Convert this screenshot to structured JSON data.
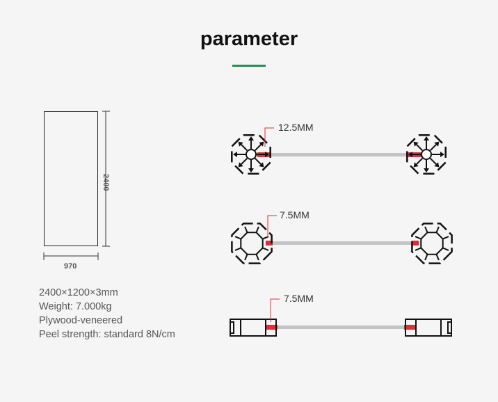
{
  "header": {
    "title": "parameter",
    "accent_color": "#1f8f5c"
  },
  "panel": {
    "height_label": "2400",
    "width_label": "970"
  },
  "specs": [
    "2400×1200×3mm",
    "Weight: 7.000kg",
    "Plywood-veneered",
    "Peel strength: standard 8N/cm"
  ],
  "diagrams": {
    "wheel_gap_label": "12.5MM",
    "octagon_gap_label": "7.5MM",
    "rail_gap_label": "7.5MM",
    "highlight_color": "#d9303a",
    "rod_color": "#c4c4c4"
  }
}
